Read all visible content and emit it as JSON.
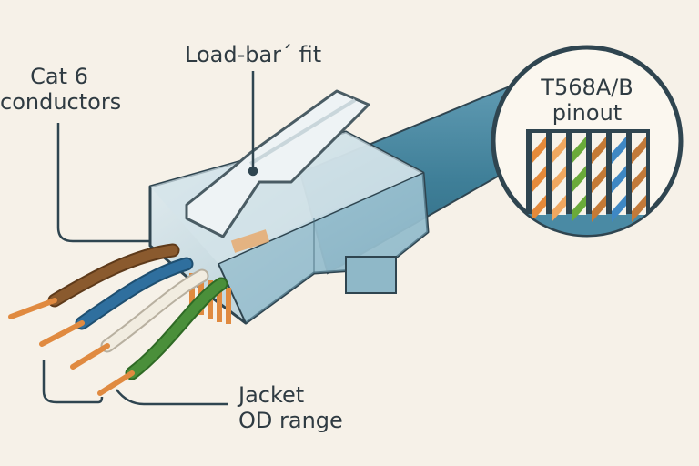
{
  "diagram": {
    "title": "RJ45 Cat 6 connector illustration",
    "labels": {
      "conductors_line1": "Cat 6",
      "conductors_line2": "conductors",
      "load_bar": "Load-bar´ fit",
      "jacket_line1": "Jacket",
      "jacket_line2": "OD range",
      "pinout_line1": "T568A/B",
      "pinout_line2": "pinout"
    },
    "wires": [
      {
        "name": "brown",
        "color": "#8a5a2e"
      },
      {
        "name": "blue",
        "color": "#2f6f9e"
      },
      {
        "name": "white",
        "color": "#f1ece0"
      },
      {
        "name": "green",
        "color": "#4a8f3a"
      }
    ],
    "pinout_strands": [
      {
        "stripe": "#e58a3a"
      },
      {
        "stripe": "#f0a860"
      },
      {
        "stripe": "#6aaa3a"
      },
      {
        "stripe": "#c47a36"
      },
      {
        "stripe": "#3f88c4"
      },
      {
        "stripe": "#c27a3a"
      }
    ],
    "colors": {
      "background": "#f6f1e8",
      "cable": "#3f7f98",
      "outline": "#2f4550",
      "copper": "#e08a40",
      "text": "#2f3b42"
    }
  }
}
